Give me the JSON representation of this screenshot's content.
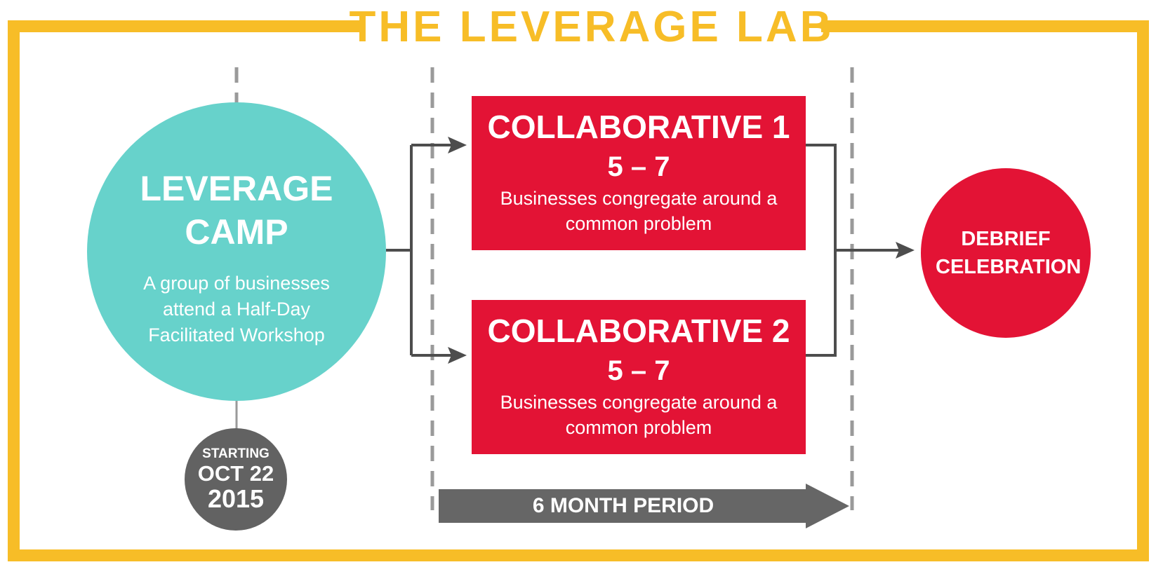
{
  "title": "THE LEVERAGE LAB",
  "camp": {
    "title": "LEVERAGE CAMP",
    "description": "A group of businesses attend a Half-Day Facilitated Workshop"
  },
  "start": {
    "label": "STARTING",
    "date": "OCT 22",
    "year": "2015"
  },
  "collaboratives": [
    {
      "title": "COLLABORATIVE 1",
      "range": "5 – 7",
      "description": "Businesses congregate around a common problem"
    },
    {
      "title": "COLLABORATIVE 2",
      "range": "5 – 7",
      "description": "Businesses congregate around a common problem"
    }
  ],
  "period": "6 MONTH PERIOD",
  "debrief": "DEBRIEF CELEBRATION",
  "colors": {
    "frame": "#F7BD27",
    "camp": "#67D2CB",
    "collaborative": "#E31335",
    "debrief": "#E31335",
    "start_badge": "#626262",
    "connector": "#4D4D4D",
    "dashed_line": "#9A9A9A",
    "period_arrow": "#666666"
  }
}
